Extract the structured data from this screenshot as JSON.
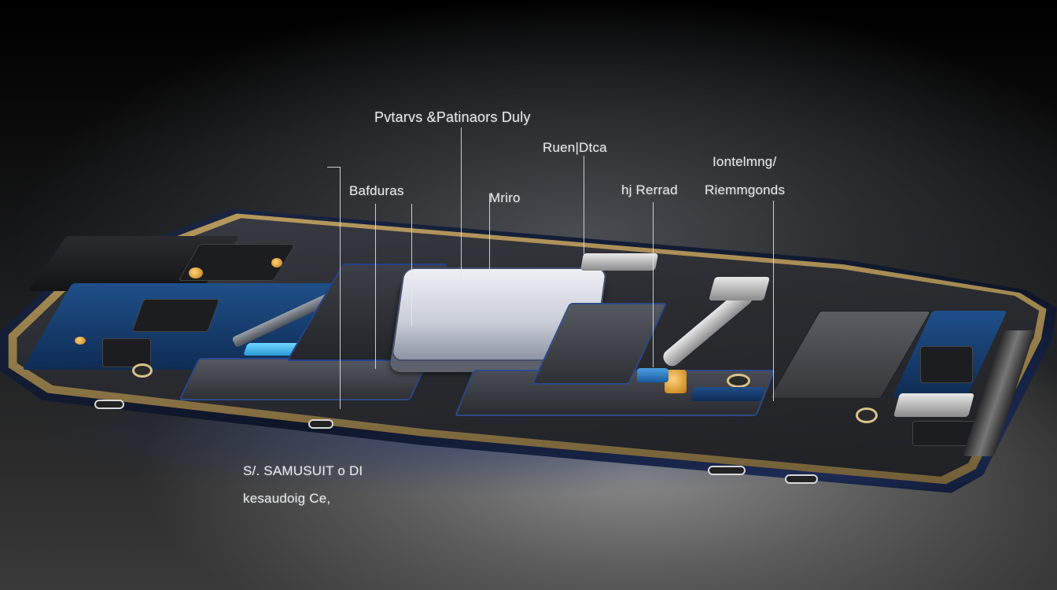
{
  "scene": {
    "description": "Cut-away render of a smartphone showing internal components with annotation labels",
    "colors": {
      "background_top": "#000000",
      "background_floor": "#8a8a8a",
      "phone_frame_blue": "#1a2746",
      "rim_gold": "#b79a5d",
      "board_blue": "#1f4f8a",
      "label_text": "#e6e8ea"
    }
  },
  "labels": {
    "top": "Pvtarvs &Patinaors Duly",
    "upper_right_center": "Ruen|Dtca",
    "upper_far_right": "Iontelmng/",
    "left": "Bafduras",
    "center": "Mriro",
    "right_center": "hj Rerrad",
    "far_right": "Riemmgonds"
  },
  "caption": {
    "line1": "S/. SAMUSUIT  o DI",
    "line2": "kesaudoig Ce,"
  }
}
